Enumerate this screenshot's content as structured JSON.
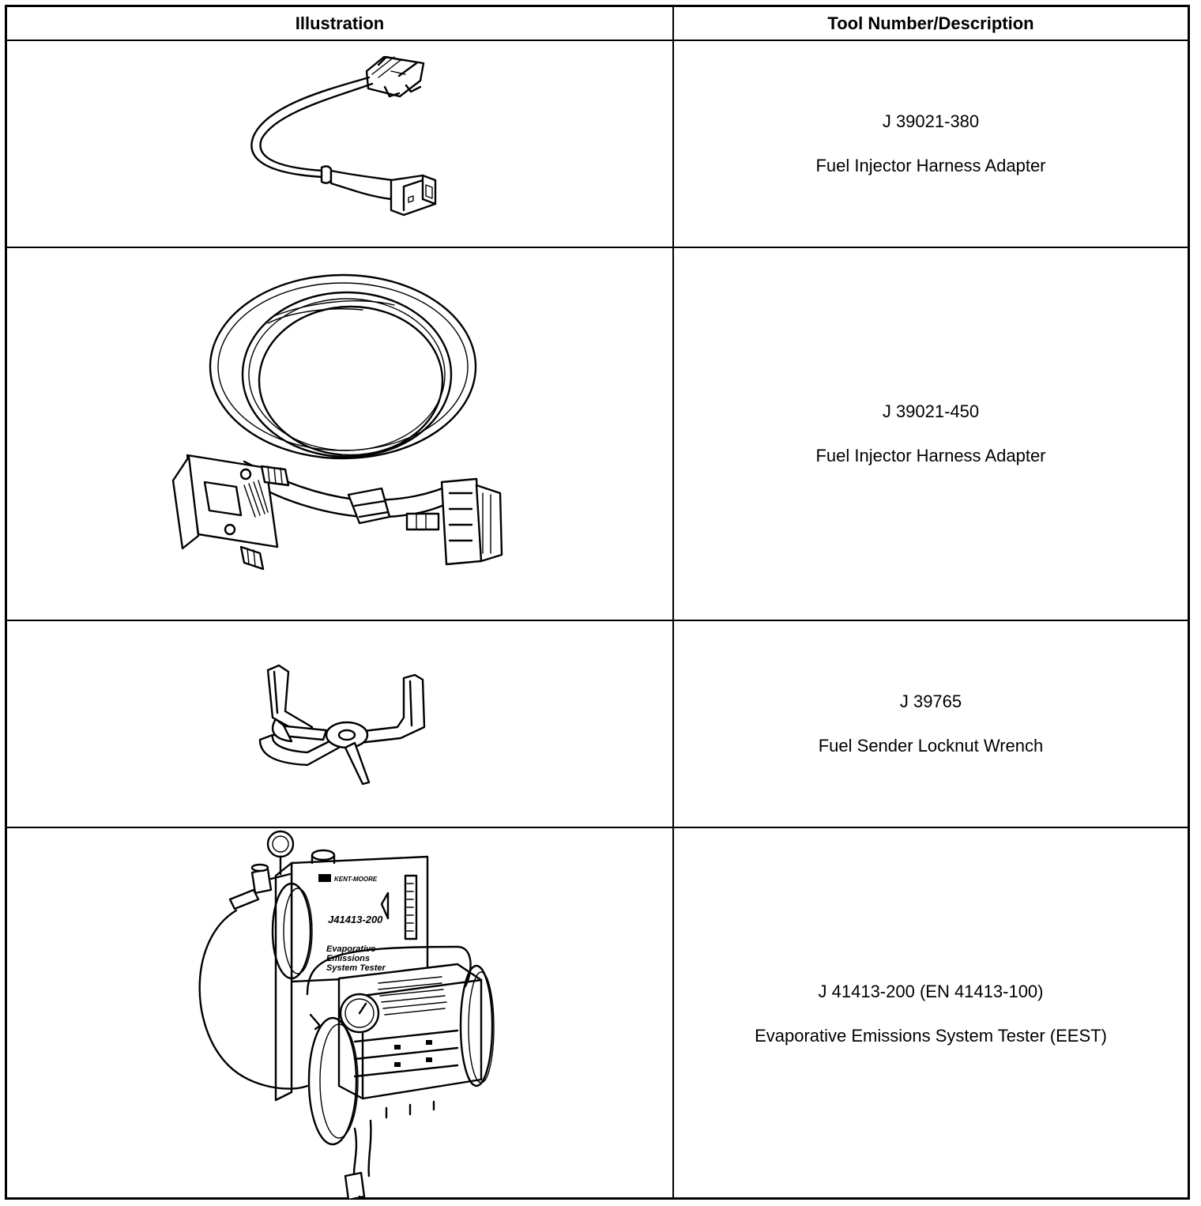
{
  "table": {
    "headers": {
      "illustration": "Illustration",
      "tool": "Tool Number/Description"
    },
    "rows": [
      {
        "tool_number": "J 39021-380",
        "description": "Fuel Injector Harness Adapter",
        "illustration_icon": "harness-adapter-short-icon"
      },
      {
        "tool_number": "J 39021-450",
        "description": "Fuel Injector Harness Adapter",
        "illustration_icon": "harness-adapter-coiled-icon"
      },
      {
        "tool_number": "J 39765",
        "description": "Fuel Sender Locknut Wrench",
        "illustration_icon": "locknut-wrench-icon"
      },
      {
        "tool_number": "J 41413-200 (EN 41413-100)",
        "description": "Evaporative Emissions System Tester (EEST)",
        "illustration_icon": "evap-tester-icon"
      }
    ]
  },
  "tester_labels": {
    "model": "J41413-200",
    "name_line1": "Evaporative",
    "name_line2": "Emissions",
    "name_line3": "System Tester",
    "brand": "KENT-MOORE"
  }
}
